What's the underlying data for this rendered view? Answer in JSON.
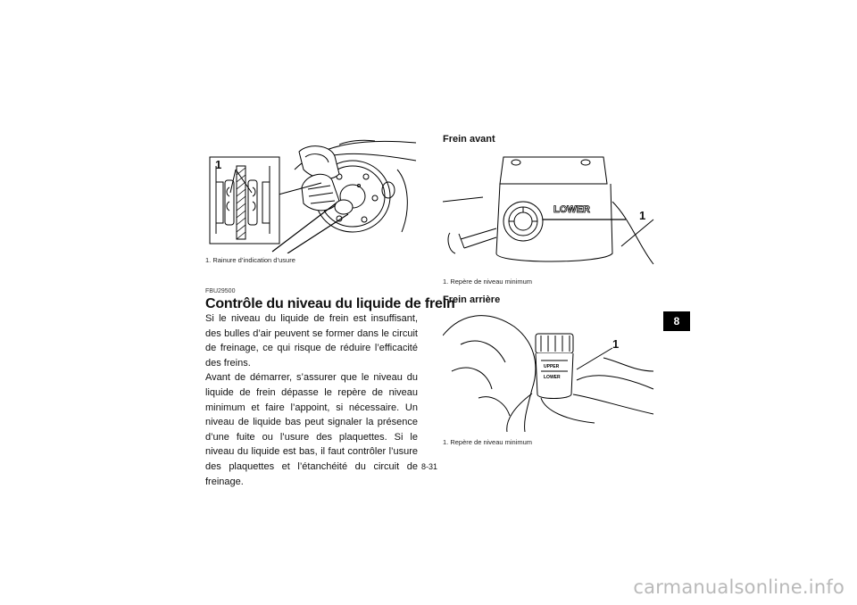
{
  "left": {
    "figure_callout": "1",
    "figure_caption": "1. Rainure d’indication d’usure",
    "section_code": "FBU29500",
    "section_title": "Contrôle du niveau du liquide de frein",
    "paragraphs": [
      "Si le niveau du liquide de frein est insuffisant, des bulles d’air peuvent se former dans le circuit de freinage, ce qui risque de réduire l’efficacité des freins.",
      "Avant de démarrer, s’assurer que le niveau du liquide de frein dépasse le repère de niveau minimum et faire l’appoint, si nécessaire. Un niveau de liquide bas peut signaler la présence d’une fuite ou l’usure des plaquettes. Si le niveau du liquide est bas, il faut contrôler l’usure des plaquettes et l’étanchéité du circuit de freinage."
    ]
  },
  "right": {
    "front_title": "Frein avant",
    "front_label": "LOWER",
    "front_callout": "1",
    "front_caption": "1. Repère de niveau minimum",
    "rear_title": "Frein arrière",
    "rear_upper": "UPPER",
    "rear_lower": "LOWER",
    "rear_callout": "1",
    "rear_caption": "1. Repère de niveau minimum"
  },
  "chapter_tab": "8",
  "page_number": "8-31",
  "watermark": "carmanualsonline.info"
}
